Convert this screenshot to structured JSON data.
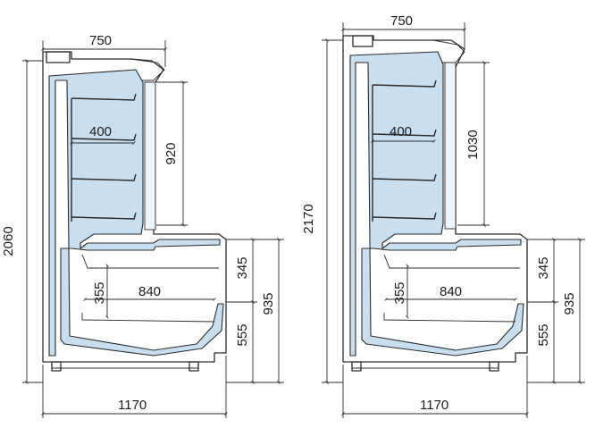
{
  "units": "mm",
  "colors": {
    "insulation": "#c9dff0",
    "outline": "#2b2b2b",
    "background": "#ffffff"
  },
  "views": [
    {
      "id": "left",
      "dimensions": {
        "top_depth": "750",
        "total_height": "2060",
        "upper_opening_height": "920",
        "shelf_depth": "400",
        "lower_opening_height": "355",
        "well_depth": "840",
        "front_upper_height": "345",
        "front_lower_height": "555",
        "front_total_height": "935",
        "base_depth": "1170"
      }
    },
    {
      "id": "right",
      "dimensions": {
        "top_depth": "750",
        "total_height": "2170",
        "upper_opening_height": "1030",
        "shelf_depth": "400",
        "lower_opening_height": "355",
        "well_depth": "840",
        "front_upper_height": "345",
        "front_lower_height": "555",
        "front_total_height": "935",
        "base_depth": "1170"
      }
    }
  ]
}
